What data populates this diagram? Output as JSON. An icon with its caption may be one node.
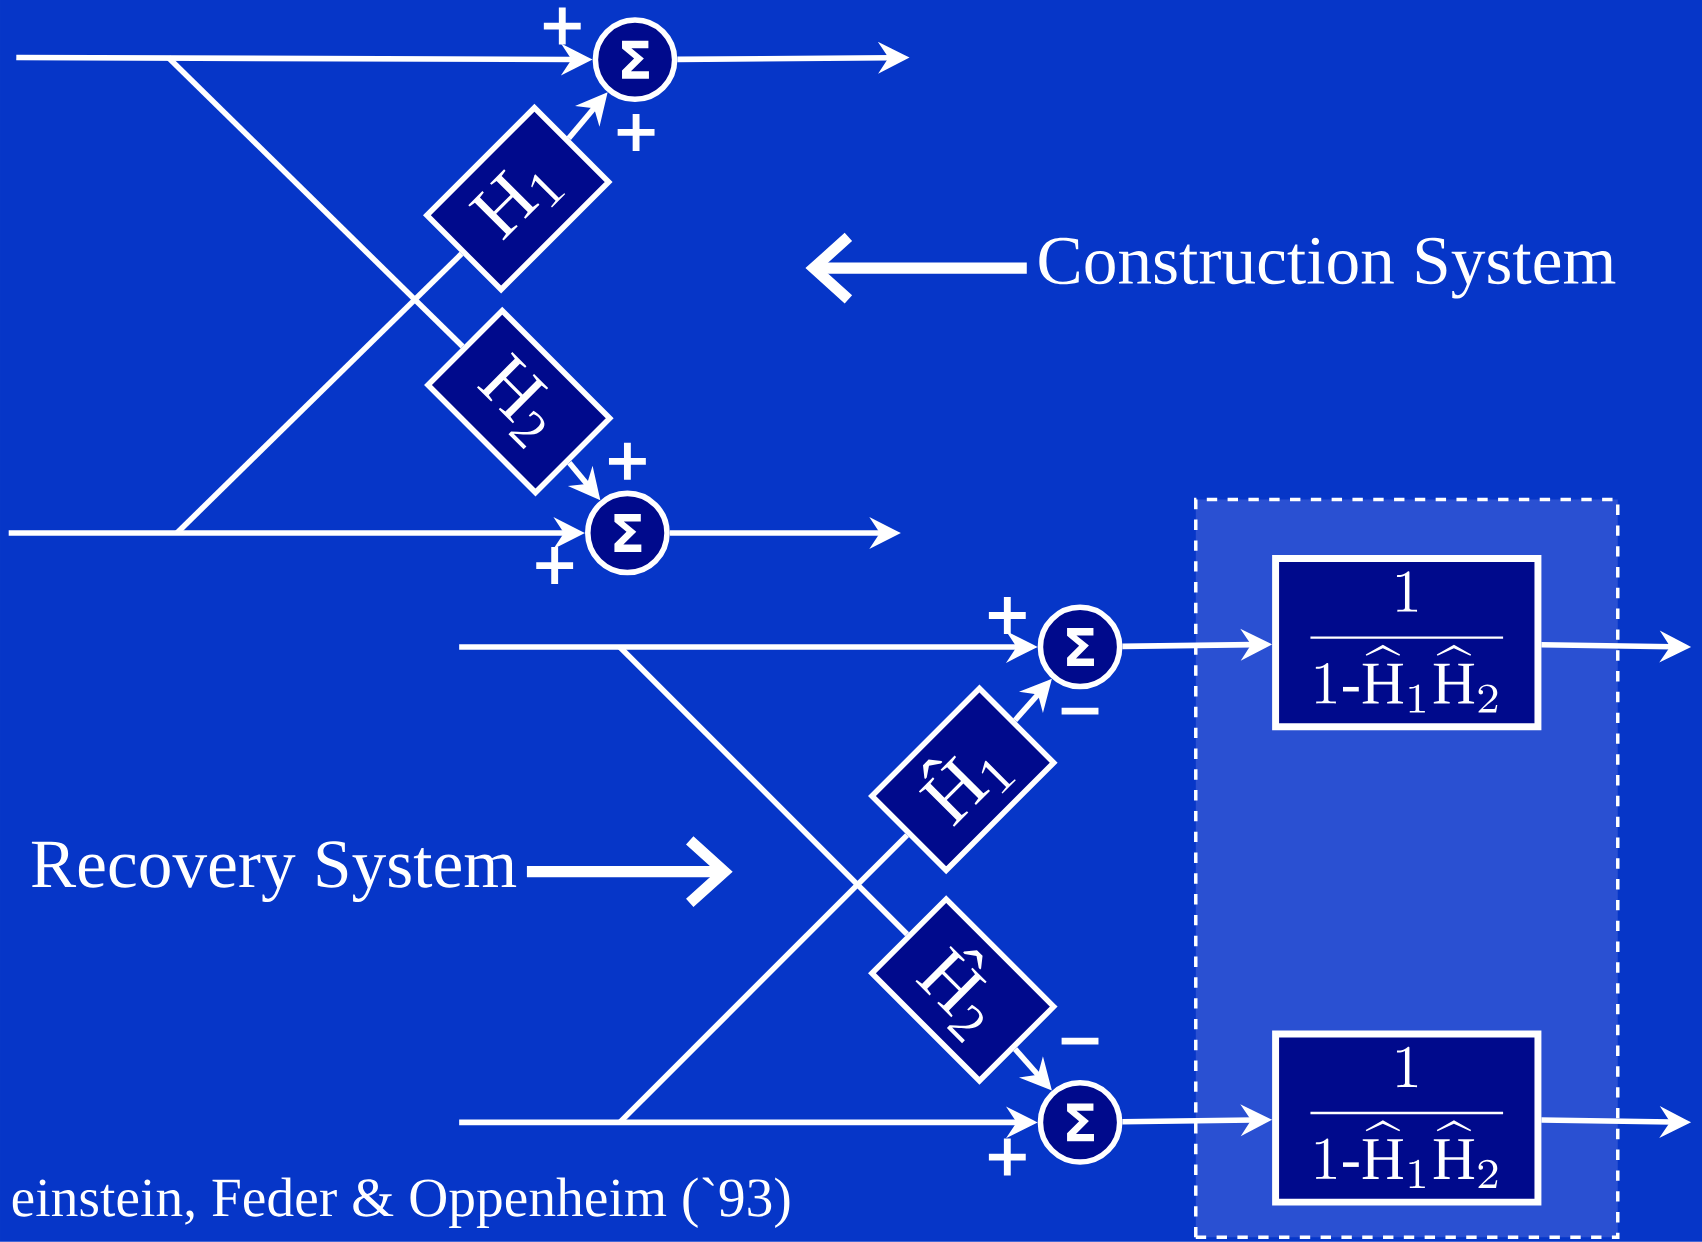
{
  "diagram": {
    "nodes": [
      {
        "text": [
          "Σ"
        ]
      },
      {
        "text": [
          "H$_{1}$"
        ]
      },
      {
        "text": [
          "H$_{2}$"
        ]
      },
      {
        "text": [
          "Σ"
        ]
      },
      {
        "text": [
          "Construction System"
        ]
      },
      {
        "text": [
          "Σ"
        ]
      },
      {
        "text": [
          "Ĥ$_{1}$"
        ]
      },
      {
        "text": [
          "Ĥ$_{2}$"
        ]
      },
      {
        "text": [
          "Σ"
        ]
      },
      {
        "text": [],
        "shape": "box"
      },
      {
        "text": [
          "\\frac{1}{1\\mbox{-}\\widehat{\\mathrm{H}}_{1}\\widehat{\\mathrm{H}}_{2}}"
        ],
        "in": 9
      },
      {
        "text": [
          "\\frac{1}{1\\mbox{-}\\widehat{\\mathrm{H}}_{1}\\widehat{\\mathrm{H}}_{2}}"
        ],
        "in": 9
      },
      {
        "text": [
          "Recovery System"
        ]
      }
    ],
    "edges": [
      {
        "from": null,
        "to": 0,
        "arrow": "to"
      },
      {
        "from": null,
        "to": 2,
        "arrow": "none"
      },
      {
        "from": 1,
        "to": 0,
        "arrow": "to"
      },
      {
        "from": 0,
        "to": null,
        "arrow": "to"
      },
      {
        "from": null,
        "to": 3,
        "arrow": "to"
      },
      {
        "from": null,
        "to": 1,
        "arrow": "none"
      },
      {
        "from": 2,
        "to": 3,
        "arrow": "to"
      },
      {
        "from": 3,
        "to": null,
        "arrow": "to"
      },
      {
        "from": 4,
        "to": null,
        "arrow": "to",
        "style": "thick"
      },
      {
        "from": null,
        "to": 5,
        "arrow": "to"
      },
      {
        "from": null,
        "to": 7,
        "arrow": "none"
      },
      {
        "from": 6,
        "to": 5,
        "arrow": "to"
      },
      {
        "from": 5,
        "to": 10,
        "arrow": "to"
      },
      {
        "from": 10,
        "to": null,
        "arrow": "to"
      },
      {
        "from": null,
        "to": 8,
        "arrow": "to"
      },
      {
        "from": null,
        "to": 6,
        "arrow": "none"
      },
      {
        "from": 7,
        "to": 8,
        "arrow": "to"
      },
      {
        "from": 8,
        "to": 11,
        "arrow": "to"
      },
      {
        "from": 11,
        "to": null,
        "arrow": "to"
      },
      {
        "from": 12,
        "to": null,
        "arrow": "to",
        "style": "thick"
      }
    ],
    "labels": [
      "+",
      "+",
      "+",
      "+",
      "+",
      "−",
      "−",
      "+",
      "einstein, Feder & Oppenheim (`93)"
    ]
  }
}
